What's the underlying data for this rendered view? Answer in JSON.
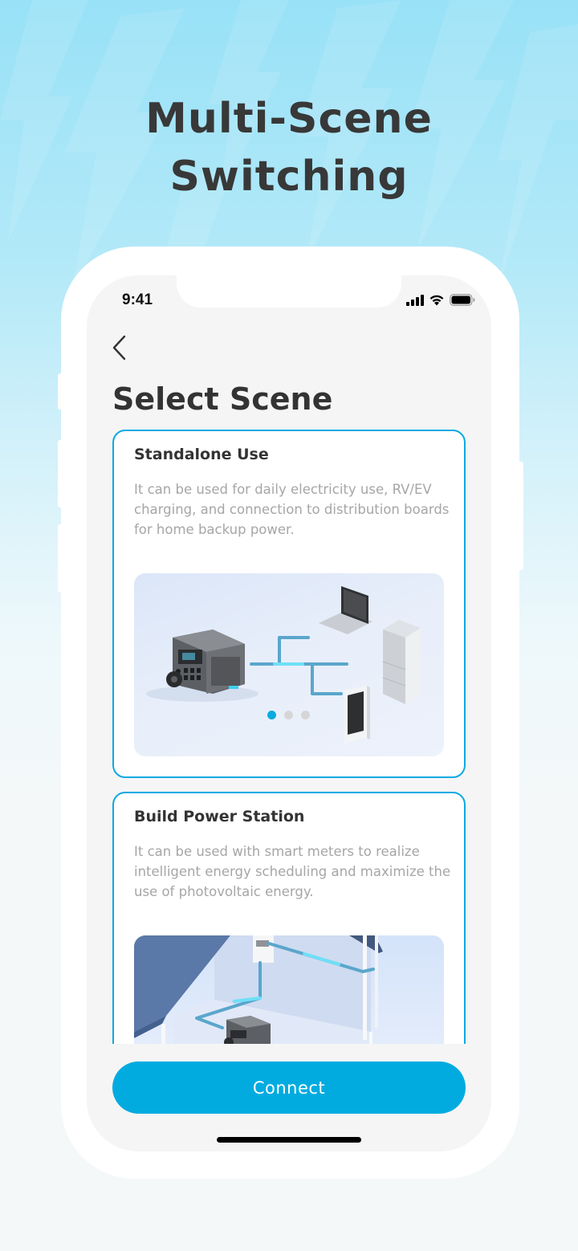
{
  "hero": {
    "title_line1": "Multi-Scene",
    "title_line2": "Switching"
  },
  "status_bar": {
    "time": "9:41",
    "icons": [
      "cellular-signal-icon",
      "wifi-icon",
      "battery-icon"
    ]
  },
  "nav": {
    "back_icon": "chevron-left-icon"
  },
  "page": {
    "title": "Select Scene"
  },
  "scenes": [
    {
      "title": "Standalone Use",
      "description": "It can be used for daily electricity use, RV/EV charging, and connection to distribution boards for home backup power.",
      "selected": true,
      "illustration": "power-station-to-devices",
      "carousel": {
        "count": 3,
        "active_index": 0
      }
    },
    {
      "title": "Build Power Station",
      "description": "It can be used with smart meters to realize intelligent energy scheduling and maximize the use of photovoltaic energy.",
      "selected": true,
      "illustration": "house-with-smart-meter"
    }
  ],
  "actions": {
    "connect_label": "Connect"
  },
  "colors": {
    "accent": "#0aa9e2",
    "button": "#01abe0",
    "title_text": "#333333",
    "desc_text": "#a6a6a6",
    "screen_bg": "#f5f5f5"
  }
}
